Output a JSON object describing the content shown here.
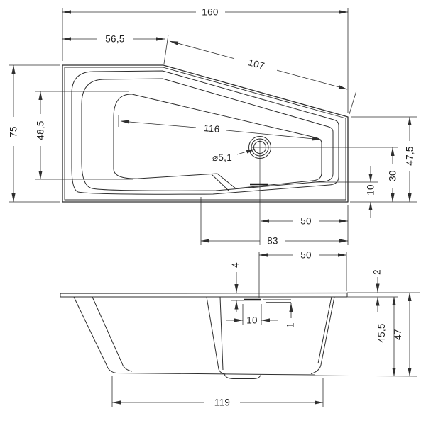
{
  "drawing": {
    "description": "bathtub technical dimension drawing, top view and side view",
    "colors": {
      "line": "#2e2e2e",
      "background": "#ffffff"
    },
    "views": {
      "top": {
        "dims": {
          "overall_length": "160",
          "straight_top_edge": "56,5",
          "diagonal_edge": "107",
          "overall_width": "75",
          "basin_width_left": "48,5",
          "basin_length": "116",
          "drain_diameter": "⌀5,1",
          "right_end_width": "47,5",
          "drain_center_to_bottom_edge": "30",
          "rim_width_bottom_right": "10",
          "drain_to_right_edge": "50",
          "seat_to_right_edge": "83"
        }
      },
      "side": {
        "dims": {
          "rim_to_slot_drop": "4",
          "overflow_slot_width": "10",
          "ledge_step": "1",
          "slot_to_right_edge": "50",
          "rim_thickness": "2",
          "body_height": "45,5",
          "total_height": "47",
          "base_length": "119"
        }
      }
    }
  }
}
